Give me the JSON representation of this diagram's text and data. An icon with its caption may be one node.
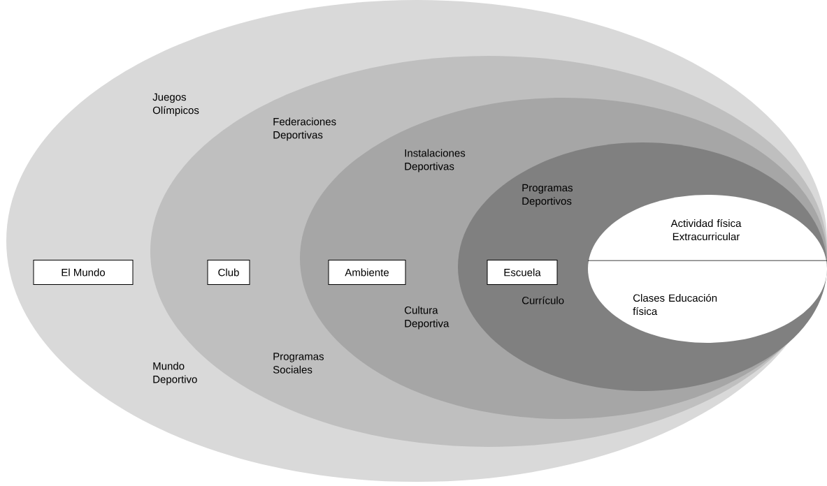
{
  "diagram": {
    "nodes": [
      {
        "text": [
          "Juegos Olímpicos",
          "Mundo Deportivo"
        ]
      },
      {
        "text": [
          "El Mundo"
        ],
        "in": 0
      },
      {
        "text": [
          "Federaciones Deportivas",
          "Programas Sociales"
        ],
        "in": 0
      },
      {
        "text": [
          "Club"
        ],
        "in": 2
      },
      {
        "text": [
          "Instalaciones Deportivas",
          "Cultura Deportiva"
        ],
        "in": 2
      },
      {
        "text": [
          "Ambiente"
        ],
        "in": 4
      },
      {
        "text": [
          "Programas Deportivos",
          "Currículo"
        ],
        "in": 4
      },
      {
        "text": [
          "Escuela"
        ],
        "in": 6
      },
      {
        "text": [
          "Actividad física Extracurricular",
          "Clases Educación física"
        ],
        "in": 6
      }
    ]
  }
}
